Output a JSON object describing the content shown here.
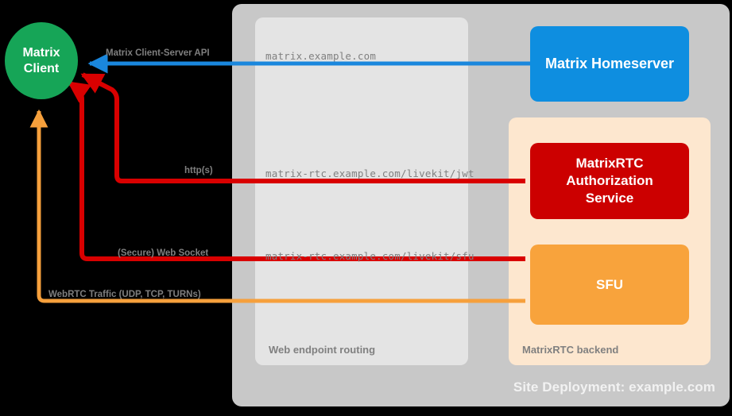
{
  "diagram": {
    "site": {
      "label": "Site Deployment: example.com",
      "color": "#c8c8c8"
    },
    "routing": {
      "label": "Web endpoint routing",
      "color": "#e4e4e4",
      "endpoints": [
        "matrix.example.com",
        "matrix-rtc.example.com/livekit/jwt",
        "matrix-rtc.example.com/livekit/sfu"
      ]
    },
    "backend": {
      "label": "MatrixRTC backend",
      "color": "#fde7cf"
    },
    "nodes": {
      "client": {
        "label": "Matrix\nClient",
        "color": "#16a557"
      },
      "homeserver": {
        "label": "Matrix Homeserver",
        "color": "#0e8ee0"
      },
      "auth": {
        "label": "MatrixRTC\nAuthorization\nService",
        "color": "#cc0000"
      },
      "sfu": {
        "label": "SFU",
        "color": "#f8a33c"
      }
    },
    "connections": [
      {
        "label": "Matrix Client-Server API",
        "color": "#1a87dd",
        "direction": "to-client"
      },
      {
        "label": "http(s)",
        "color": "#d90000",
        "direction": "to-client"
      },
      {
        "label": "(Secure) Web Socket",
        "color": "#d90000",
        "direction": "to-client"
      },
      {
        "label": "WebRTC Traffic (UDP, TCP, TURNs)",
        "color": "#f6a03c",
        "direction": "to-client"
      }
    ]
  }
}
